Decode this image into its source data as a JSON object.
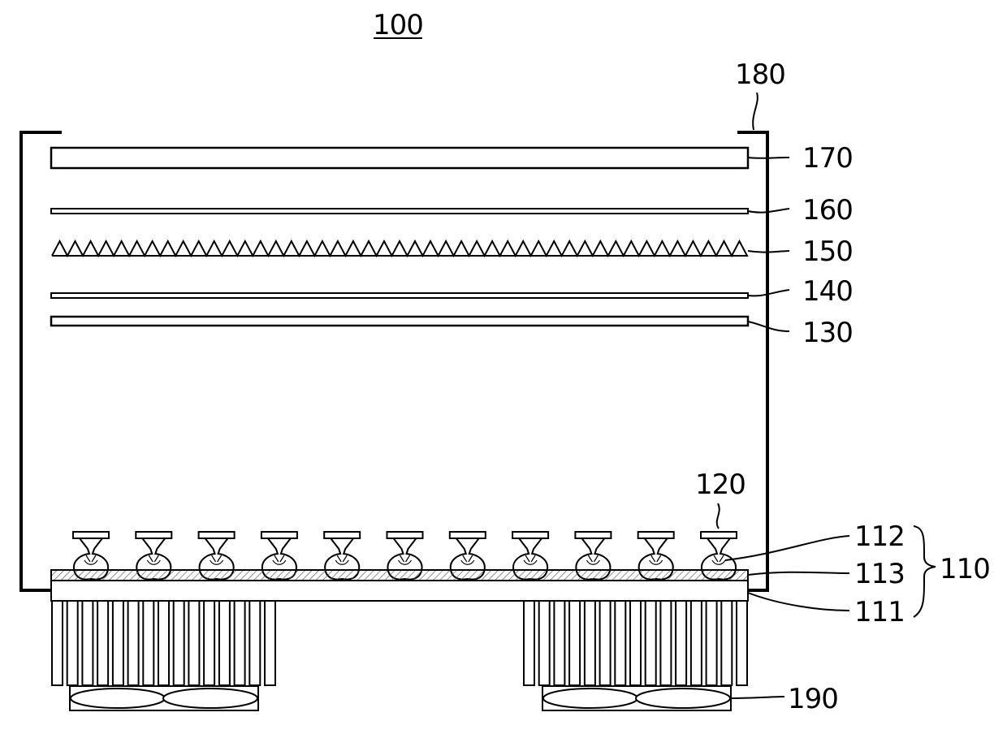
{
  "figure": {
    "ref": "100",
    "labels": {
      "l180": "180",
      "l170": "170",
      "l160": "160",
      "l150": "150",
      "l140": "140",
      "l130": "130",
      "l120": "120",
      "l112": "112",
      "l113": "113",
      "l111": "111",
      "l110": "110",
      "l190": "190"
    }
  }
}
